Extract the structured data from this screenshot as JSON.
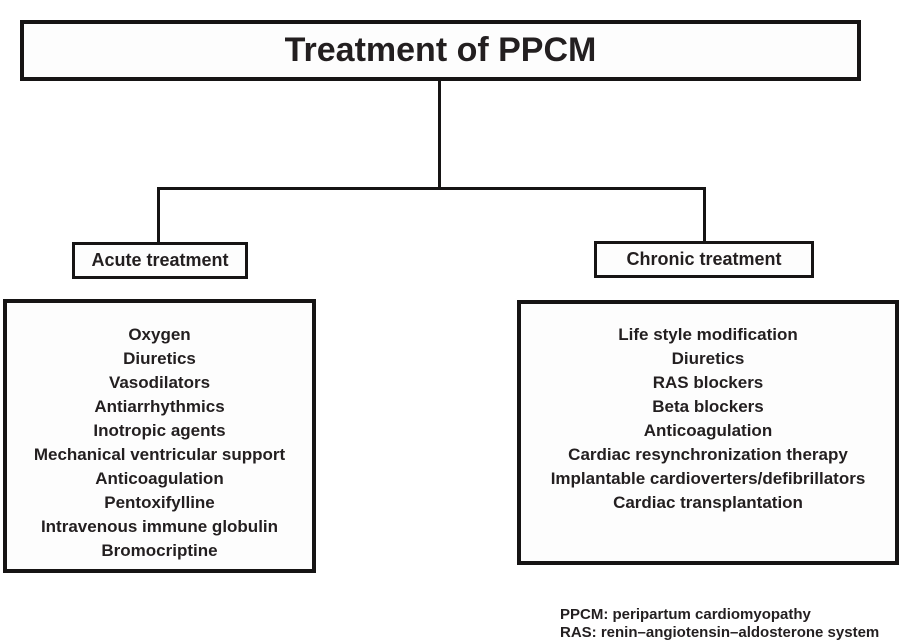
{
  "diagram": {
    "title": "Treatment of PPCM",
    "branches": [
      {
        "label": "Acute treatment",
        "items": [
          "Oxygen",
          "Diuretics",
          "Vasodilators",
          "Antiarrhythmics",
          "Inotropic agents",
          "Mechanical ventricular support",
          "Anticoagulation",
          "Pentoxifylline",
          "Intravenous immune globulin",
          "Bromocriptine"
        ]
      },
      {
        "label": "Chronic treatment",
        "items": [
          "Life style modification",
          "Diuretics",
          "RAS blockers",
          "Beta blockers",
          "Anticoagulation",
          "Cardiac resynchronization therapy",
          "Implantable cardioverters/defibrillators",
          "Cardiac transplantation"
        ]
      }
    ],
    "footnotes": [
      "PPCM: peripartum cardiomyopathy",
      "RAS: renin–angiotensin–aldosterone system"
    ]
  },
  "colors": {
    "line": "#161414",
    "text": "#231f20",
    "background": "#ffffff"
  }
}
